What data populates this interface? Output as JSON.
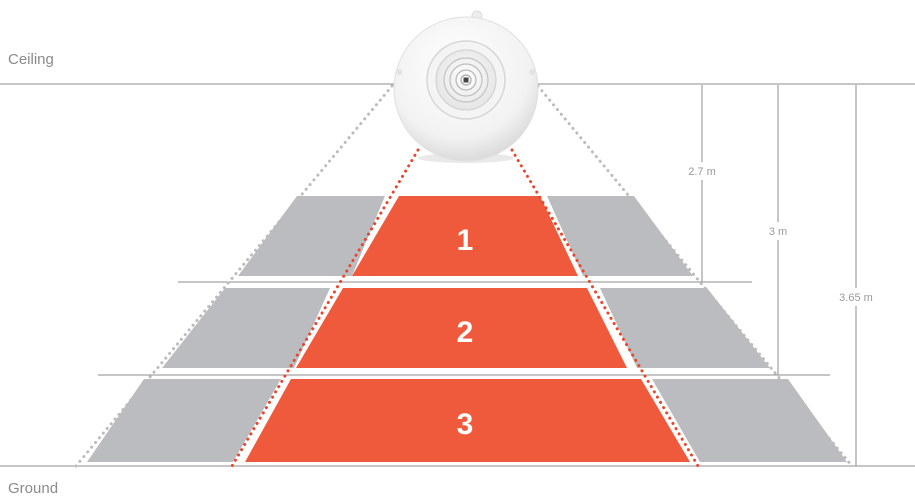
{
  "labels": {
    "ceiling": "Ceiling",
    "ground": "Ground"
  },
  "zones": [
    {
      "number": "1",
      "height": "2.7 m"
    },
    {
      "number": "2",
      "height": "3 m"
    },
    {
      "number": "3",
      "height": "3.65 m"
    }
  ],
  "colors": {
    "zone_fill": "#f05a3c",
    "outer_fill": "#bbbcbf",
    "line": "#8c8c8c",
    "dotted_outer": "#bcbcbc",
    "dotted_inner": "#e8452a"
  },
  "icons": {
    "sensor": "ceiling-mounted-sensor-icon"
  }
}
